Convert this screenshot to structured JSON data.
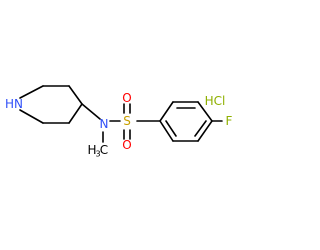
{
  "molecule": {
    "atoms": {
      "nh": {
        "text": "HN",
        "color": "#3050F8"
      },
      "n": {
        "text": "N",
        "color": "#3050F8"
      },
      "s": {
        "text": "S",
        "color": "#C8A000"
      },
      "o_top": {
        "text": "O",
        "color": "#FF0000"
      },
      "o_bottom": {
        "text": "O",
        "color": "#FF0000"
      },
      "f": {
        "text": "F",
        "color": "#8FB000"
      },
      "methyl_c": {
        "text": "H",
        "color": "#000000"
      },
      "methyl_sub": {
        "text": "3",
        "color": "#000000"
      },
      "methyl_c2": {
        "text": "C",
        "color": "#000000"
      }
    },
    "salt": {
      "text": "HCl",
      "color": "#8FB000"
    },
    "bond_color": "#000000"
  }
}
